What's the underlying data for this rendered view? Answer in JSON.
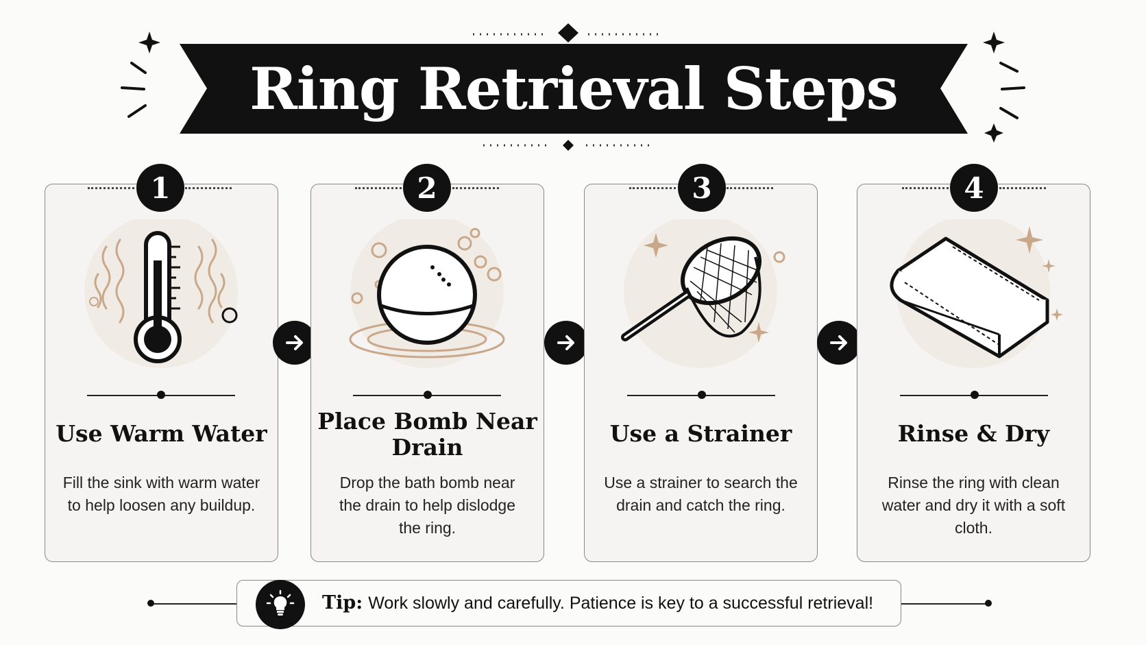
{
  "title": "Ring Retrieval Steps",
  "colors": {
    "background": "#fbfbfa",
    "banner": "#111111",
    "card": "#f6f4f2",
    "accent": "#c9a88a"
  },
  "steps": [
    {
      "number": "1",
      "title": "Use Warm Water",
      "description": "Fill the sink with warm water to help loosen any buildup.",
      "icon": "thermometer-icon"
    },
    {
      "number": "2",
      "title": "Place Bomb Near Drain",
      "description": "Drop the bath bomb near the drain to help dislodge the ring.",
      "icon": "bath-bomb-icon"
    },
    {
      "number": "3",
      "title": "Use a Strainer",
      "description": "Use a strainer to search the drain and catch the ring.",
      "icon": "strainer-net-icon"
    },
    {
      "number": "4",
      "title": "Rinse & Dry",
      "description": "Rinse the ring with clean water and dry it with a soft cloth.",
      "icon": "folded-cloth-icon"
    }
  ],
  "arrows": [
    "arrow-right-icon",
    "arrow-right-icon",
    "arrow-right-icon"
  ],
  "tip": {
    "label": "Tip:",
    "text": "Work slowly and carefully. Patience is key to a successful retrieval!",
    "icon": "lightbulb-icon"
  }
}
